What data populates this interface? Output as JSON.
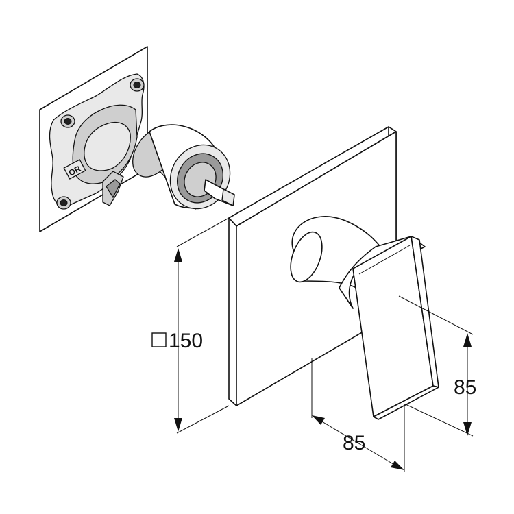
{
  "dimensions": {
    "plate_size": "150",
    "lever_depth": "85",
    "lever_height": "85"
  },
  "symbols": {
    "square": "□"
  },
  "engraving": {
    "cartridge_mark": "OR"
  }
}
